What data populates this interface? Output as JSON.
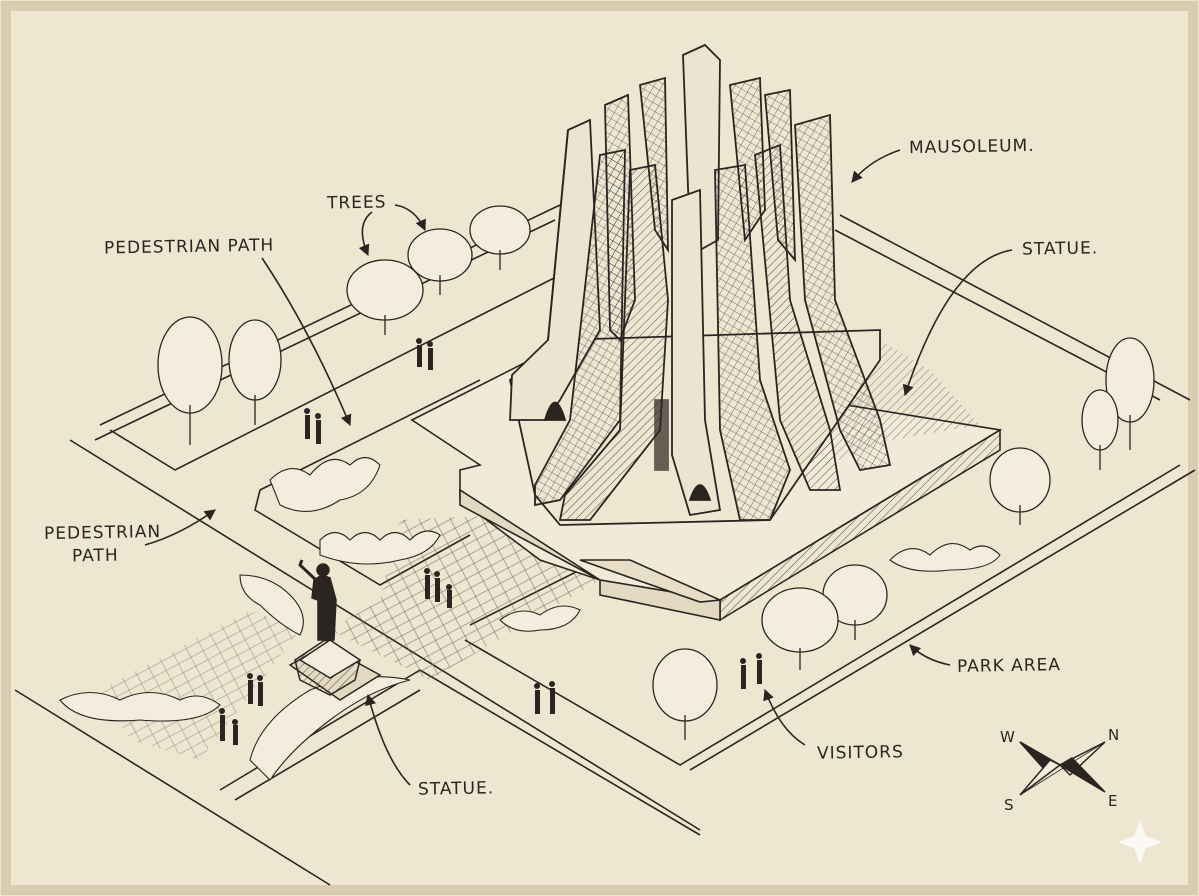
{
  "labels": {
    "trees": "TREES",
    "pedestrian_path_top": "PEDESTRIAN PATH",
    "pedestrian_path_left_line1": "PEDESTRIAN",
    "pedestrian_path_left_line2": "PATH",
    "mausoleum": "MAUSOLEUM.",
    "statue_top": "STATUE.",
    "park_area": "PARK AREA",
    "visitors": "VISITORS",
    "statue_bottom": "STATUE."
  },
  "compass": {
    "w": "W",
    "n": "N",
    "s": "S",
    "e": "E"
  },
  "colors": {
    "paper": "#efe6d2",
    "ink": "#2a2520",
    "shade": "#cfc4ad"
  }
}
